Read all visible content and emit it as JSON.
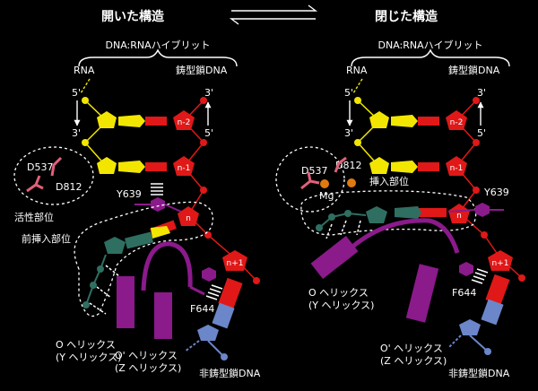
{
  "titles": {
    "open": "開いた構造",
    "closed": "閉じた構造"
  },
  "hybrid_label": "DNA:RNAハイブリット",
  "strand": {
    "rna": "RNA",
    "template": "鋳型鎖DNA",
    "nontemplate": "非鋳型鎖DNA",
    "five_prime": "5'",
    "three_prime": "3'"
  },
  "bases": {
    "n2": "n-2",
    "n1": "n-1",
    "n": "n",
    "np1": "n+1"
  },
  "residues": {
    "d537": "D537",
    "d812": "D812",
    "y639": "Y639",
    "f644": "F644",
    "mg": "Mg"
  },
  "sites": {
    "active": "活性部位",
    "preinsertion": "前挿入部位",
    "insertion": "挿入部位"
  },
  "helix": {
    "o": "O ヘリックス",
    "o_alt": "(Y ヘリックス)",
    "op": "O' ヘリックス",
    "op_alt": "(Z ヘリックス)"
  },
  "colors": {
    "rna_backbone": "#f2e600",
    "template_backbone": "#e01818",
    "nucleotide": "#2f6f62",
    "helix": "#8b1a8b",
    "nontemplate": "#6b86c9",
    "mg": "#e07a10",
    "residue": "#e0607a"
  }
}
